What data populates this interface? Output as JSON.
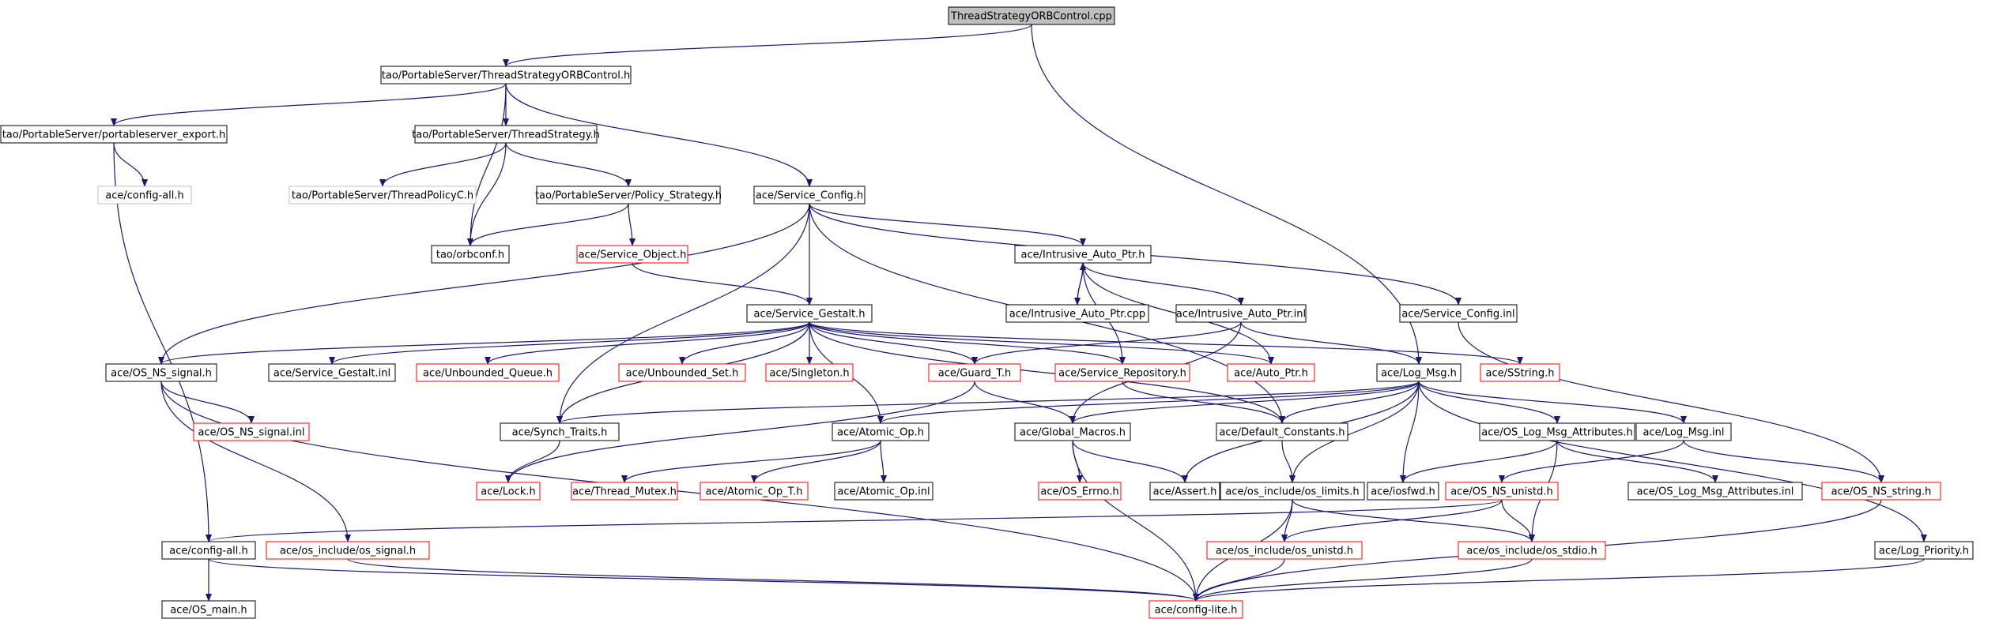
{
  "colors": {
    "background": "#ffffff",
    "edge": "#191970",
    "border_normal": "#000000",
    "border_truncated": "#ff0000",
    "border_hidden": "#bfbfbf",
    "root_fill": "#bfbfbf"
  },
  "nodes": {
    "root": {
      "label": "ThreadStrategyORBControl.cpp",
      "kind": "root"
    },
    "tsoc_h": {
      "label": "tao/PortableServer/ThreadStrategyORBControl.h",
      "kind": "normal"
    },
    "pse_h": {
      "label": "tao/PortableServer/portableserver_export.h",
      "kind": "normal"
    },
    "ts_h": {
      "label": "tao/PortableServer/ThreadStrategy.h",
      "kind": "normal"
    },
    "cfgall1": {
      "label": "ace/config-all.h",
      "kind": "hidden"
    },
    "tpc_h": {
      "label": "tao/PortableServer/ThreadPolicyC.h",
      "kind": "hidden"
    },
    "ps_h": {
      "label": "tao/PortableServer/Policy_Strategy.h",
      "kind": "normal"
    },
    "sc_h": {
      "label": "ace/Service_Config.h",
      "kind": "normal"
    },
    "orbconf": {
      "label": "tao/orbconf.h",
      "kind": "normal"
    },
    "so_h": {
      "label": "ace/Service_Object.h",
      "kind": "truncated"
    },
    "iap_h": {
      "label": "ace/Intrusive_Auto_Ptr.h",
      "kind": "normal"
    },
    "iap_cpp": {
      "label": "ace/Intrusive_Auto_Ptr.cpp",
      "kind": "normal"
    },
    "iap_inl": {
      "label": "ace/Intrusive_Auto_Ptr.inl",
      "kind": "normal"
    },
    "sc_inl": {
      "label": "ace/Service_Config.inl",
      "kind": "normal"
    },
    "sg_h": {
      "label": "ace/Service_Gestalt.h",
      "kind": "normal"
    },
    "osns_h": {
      "label": "ace/OS_NS_signal.h",
      "kind": "normal"
    },
    "sg_inl": {
      "label": "ace/Service_Gestalt.inl",
      "kind": "normal"
    },
    "uq_h": {
      "label": "ace/Unbounded_Queue.h",
      "kind": "truncated"
    },
    "us_h": {
      "label": "ace/Unbounded_Set.h",
      "kind": "truncated"
    },
    "single_h": {
      "label": "ace/Singleton.h",
      "kind": "truncated"
    },
    "guard_h": {
      "label": "ace/Guard_T.h",
      "kind": "truncated"
    },
    "srep_h": {
      "label": "ace/Service_Repository.h",
      "kind": "truncated"
    },
    "autoptr_h": {
      "label": "ace/Auto_Ptr.h",
      "kind": "truncated"
    },
    "logmsg_h": {
      "label": "ace/Log_Msg.h",
      "kind": "normal"
    },
    "sstring_h": {
      "label": "ace/SString.h",
      "kind": "truncated"
    },
    "osns_inl": {
      "label": "ace/OS_NS_signal.inl",
      "kind": "truncated"
    },
    "synch_h": {
      "label": "ace/Synch_Traits.h",
      "kind": "normal"
    },
    "atomic_h": {
      "label": "ace/Atomic_Op.h",
      "kind": "normal"
    },
    "gm_h": {
      "label": "ace/Global_Macros.h",
      "kind": "normal"
    },
    "defc_h": {
      "label": "ace/Default_Constants.h",
      "kind": "normal"
    },
    "olma_h": {
      "label": "ace/OS_Log_Msg_Attributes.h",
      "kind": "normal"
    },
    "logmsg_inl": {
      "label": "ace/Log_Msg.inl",
      "kind": "normal"
    },
    "lock_h": {
      "label": "ace/Lock.h",
      "kind": "truncated"
    },
    "tmutex_h": {
      "label": "ace/Thread_Mutex.h",
      "kind": "truncated"
    },
    "atomict_h": {
      "label": "ace/Atomic_Op_T.h",
      "kind": "truncated"
    },
    "atomic_inl": {
      "label": "ace/Atomic_Op.inl",
      "kind": "normal"
    },
    "errno_h": {
      "label": "ace/OS_Errno.h",
      "kind": "truncated"
    },
    "assert_h": {
      "label": "ace/Assert.h",
      "kind": "normal"
    },
    "limits_h": {
      "label": "ace/os_include/os_limits.h",
      "kind": "normal"
    },
    "iosfwd_h": {
      "label": "ace/iosfwd.h",
      "kind": "normal"
    },
    "unistd_h": {
      "label": "ace/OS_NS_unistd.h",
      "kind": "truncated"
    },
    "olma_inl": {
      "label": "ace/OS_Log_Msg_Attributes.inl",
      "kind": "normal"
    },
    "osstring_h": {
      "label": "ace/OS_NS_string.h",
      "kind": "truncated"
    },
    "cfgall2": {
      "label": "ace/config-all.h",
      "kind": "normal"
    },
    "ossignal_h": {
      "label": "ace/os_include/os_signal.h",
      "kind": "truncated"
    },
    "osunistd_h": {
      "label": "ace/os_include/os_unistd.h",
      "kind": "truncated"
    },
    "osstdio_h": {
      "label": "ace/os_include/os_stdio.h",
      "kind": "truncated"
    },
    "logprio_h": {
      "label": "ace/Log_Priority.h",
      "kind": "normal"
    },
    "osmain_h": {
      "label": "ace/OS_main.h",
      "kind": "normal"
    },
    "cfglite_h": {
      "label": "ace/config-lite.h",
      "kind": "truncated"
    }
  },
  "edges": [
    [
      "root",
      "tsoc_h"
    ],
    [
      "root",
      "logmsg_h"
    ],
    [
      "tsoc_h",
      "pse_h"
    ],
    [
      "tsoc_h",
      "ts_h"
    ],
    [
      "tsoc_h",
      "orbconf"
    ],
    [
      "tsoc_h",
      "sc_h"
    ],
    [
      "pse_h",
      "cfgall1"
    ],
    [
      "pse_h",
      "cfgall2"
    ],
    [
      "ts_h",
      "tpc_h"
    ],
    [
      "ts_h",
      "orbconf"
    ],
    [
      "ts_h",
      "ps_h"
    ],
    [
      "ps_h",
      "orbconf"
    ],
    [
      "ps_h",
      "so_h"
    ],
    [
      "so_h",
      "sg_h"
    ],
    [
      "sc_h",
      "sg_h"
    ],
    [
      "sc_h",
      "osns_h"
    ],
    [
      "sc_h",
      "synch_h"
    ],
    [
      "sc_h",
      "iap_h"
    ],
    [
      "sc_h",
      "sc_inl"
    ],
    [
      "sc_h",
      "defc_h"
    ],
    [
      "iap_h",
      "iap_cpp"
    ],
    [
      "iap_h",
      "iap_inl"
    ],
    [
      "iap_h",
      "autoptr_h"
    ],
    [
      "iap_h",
      "srep_h"
    ],
    [
      "iap_cpp",
      "iap_h"
    ],
    [
      "iap_inl",
      "logmsg_h"
    ],
    [
      "iap_inl",
      "guard_h"
    ],
    [
      "iap_inl",
      "gm_h"
    ],
    [
      "sc_inl",
      "osstring_h"
    ],
    [
      "sg_h",
      "osns_h"
    ],
    [
      "sg_h",
      "sg_inl"
    ],
    [
      "sg_h",
      "uq_h"
    ],
    [
      "sg_h",
      "us_h"
    ],
    [
      "sg_h",
      "single_h"
    ],
    [
      "sg_h",
      "guard_h"
    ],
    [
      "sg_h",
      "srep_h"
    ],
    [
      "sg_h",
      "autoptr_h"
    ],
    [
      "sg_h",
      "sstring_h"
    ],
    [
      "sg_h",
      "synch_h"
    ],
    [
      "sg_h",
      "atomic_h"
    ],
    [
      "sg_h",
      "defc_h"
    ],
    [
      "osns_h",
      "osns_inl"
    ],
    [
      "osns_h",
      "ossignal_h"
    ],
    [
      "osns_h",
      "cfglite_h"
    ],
    [
      "guard_h",
      "lock_h"
    ],
    [
      "guard_h",
      "gm_h"
    ],
    [
      "srep_h",
      "defc_h"
    ],
    [
      "logmsg_h",
      "synch_h"
    ],
    [
      "logmsg_h",
      "atomic_h"
    ],
    [
      "logmsg_h",
      "gm_h"
    ],
    [
      "logmsg_h",
      "defc_h"
    ],
    [
      "logmsg_h",
      "olma_h"
    ],
    [
      "logmsg_h",
      "logmsg_inl"
    ],
    [
      "logmsg_h",
      "assert_h"
    ],
    [
      "logmsg_h",
      "limits_h"
    ],
    [
      "logmsg_h",
      "iosfwd_h"
    ],
    [
      "logmsg_h",
      "logprio_h"
    ],
    [
      "synch_h",
      "lock_h"
    ],
    [
      "atomic_h",
      "tmutex_h"
    ],
    [
      "atomic_h",
      "atomict_h"
    ],
    [
      "atomic_h",
      "atomic_inl"
    ],
    [
      "gm_h",
      "errno_h"
    ],
    [
      "gm_h",
      "assert_h"
    ],
    [
      "gm_h",
      "cfglite_h"
    ],
    [
      "defc_h",
      "limits_h"
    ],
    [
      "olma_h",
      "iosfwd_h"
    ],
    [
      "olma_h",
      "olma_inl"
    ],
    [
      "olma_h",
      "osstdio_h"
    ],
    [
      "logmsg_inl",
      "unistd_h"
    ],
    [
      "logmsg_inl",
      "osstring_h"
    ],
    [
      "limits_h",
      "osunistd_h"
    ],
    [
      "limits_h",
      "osstdio_h"
    ],
    [
      "limits_h",
      "cfglite_h"
    ],
    [
      "unistd_h",
      "osunistd_h"
    ],
    [
      "unistd_h",
      "osstdio_h"
    ],
    [
      "unistd_h",
      "cfgall2"
    ],
    [
      "osstring_h",
      "cfglite_h"
    ],
    [
      "cfgall2",
      "osmain_h"
    ],
    [
      "cfgall2",
      "cfglite_h"
    ],
    [
      "ossignal_h",
      "cfglite_h"
    ],
    [
      "osunistd_h",
      "cfglite_h"
    ],
    [
      "osstdio_h",
      "cfglite_h"
    ],
    [
      "logprio_h",
      "cfglite_h"
    ]
  ]
}
